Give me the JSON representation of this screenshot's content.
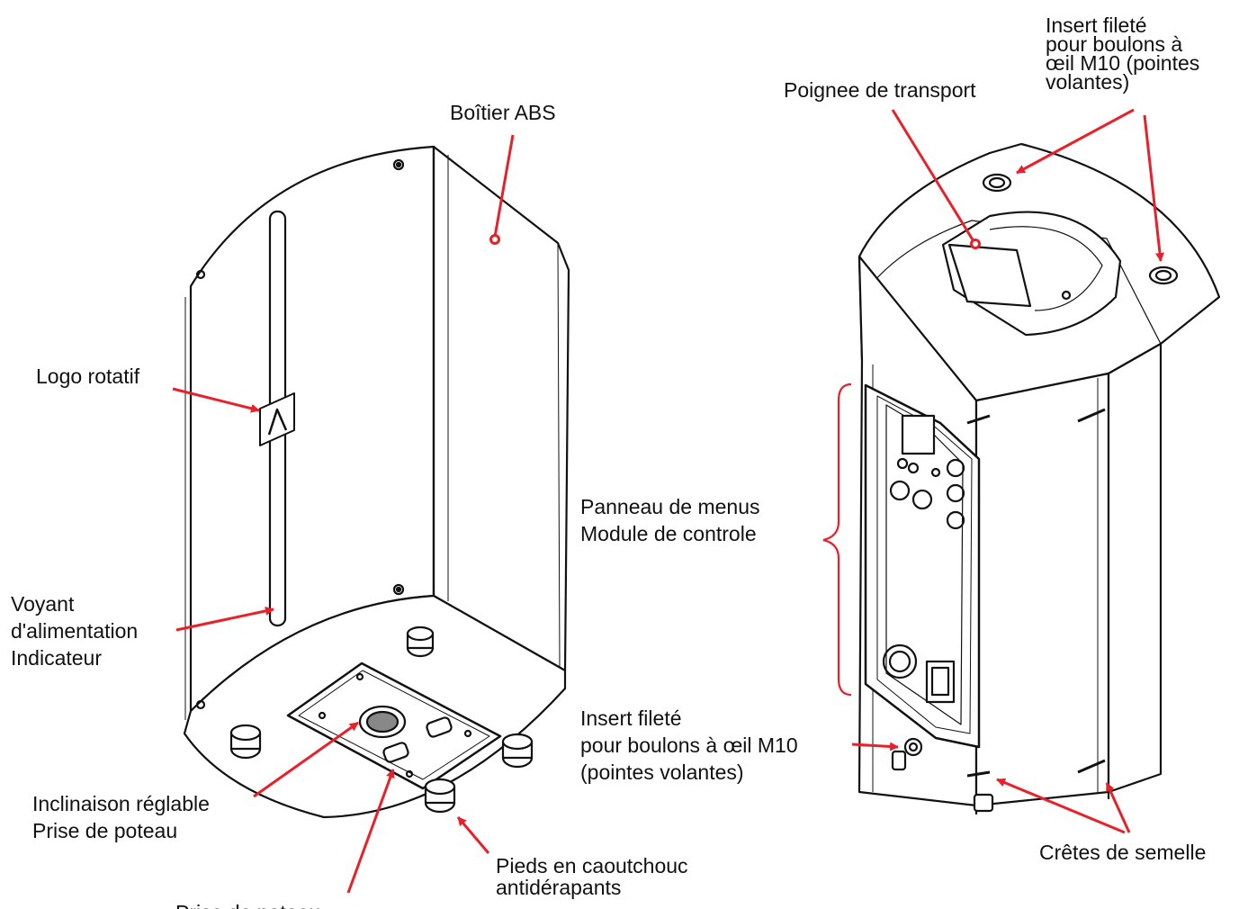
{
  "labels": {
    "boitier": "Boîtier ABS",
    "logo": "Logo rotatif",
    "voyant": [
      "Voyant",
      "d'alimentation",
      "Indicateur"
    ],
    "inclinaison": [
      "Inclinaison réglable",
      "Prise de poteau"
    ],
    "prise_partial": "Prise de poteau",
    "pieds": [
      "Pieds en caoutchouc",
      "antidérapants"
    ],
    "insert_front": [
      "Insert fileté",
      "pour boulons à œil M10",
      "(pointes volantes)"
    ],
    "poignee": "Poignee de transport",
    "insert_top": [
      "Insert fileté",
      "pour boulons à",
      "œil M10 (pointes",
      "volantes)"
    ],
    "panneau": [
      "Panneau de menus",
      "Module de controle"
    ],
    "cretes": "Crêtes de semelle"
  },
  "colors": {
    "arrow": "#e8202a",
    "line": "#111111",
    "text": "#111111"
  }
}
